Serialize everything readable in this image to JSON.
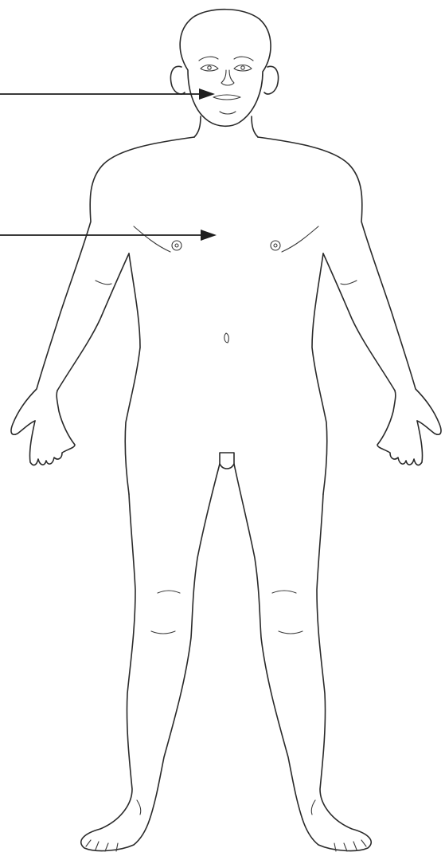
{
  "figure": {
    "subject": "human-body-front-view",
    "background_color": "#ffffff",
    "line_color": "#2a2a2a",
    "pointers": [
      {
        "name": "mouth-pointer",
        "target": "mouth"
      },
      {
        "name": "chest-pointer",
        "target": "chest"
      }
    ]
  }
}
